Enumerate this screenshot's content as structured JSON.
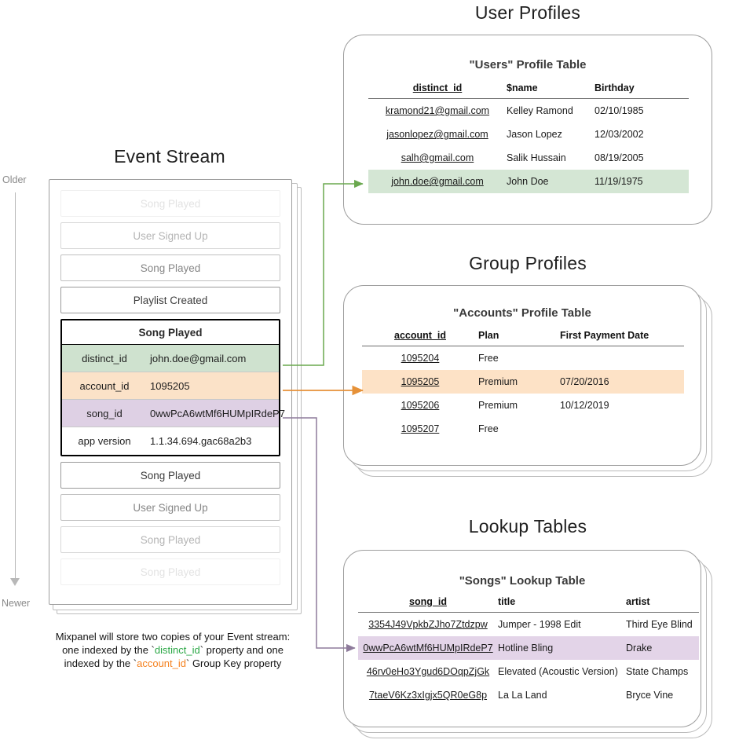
{
  "timeline": {
    "older": "Older",
    "newer": "Newer"
  },
  "event_stream": {
    "title": "Event Stream",
    "events_before": [
      {
        "label": "Song Played",
        "fade": 1
      },
      {
        "label": "User Signed Up",
        "fade": 2
      },
      {
        "label": "Song Played",
        "fade": 3
      },
      {
        "label": "Playlist Created",
        "fade": 4
      }
    ],
    "selected_event": {
      "title": "Song Played",
      "properties": [
        {
          "key": "distinct_id",
          "value": "john.doe@gmail.com",
          "highlight": "green"
        },
        {
          "key": "account_id",
          "value": "1095205",
          "highlight": "orange"
        },
        {
          "key": "song_id",
          "value": "0wwPcA6wtMf6HUMpIRdeP7",
          "highlight": "purple"
        },
        {
          "key": "app version",
          "value": "1.1.34.694.gac68a2b3",
          "highlight": "none"
        }
      ]
    },
    "events_after": [
      {
        "label": "Song Played",
        "fade": 4
      },
      {
        "label": "User Signed Up",
        "fade": 3
      },
      {
        "label": "Song Played",
        "fade": 2
      },
      {
        "label": "Song Played",
        "fade": 1
      }
    ],
    "caption": {
      "line1": "Mixpanel will store two copies of your Event stream:",
      "line2_a": "one indexed by the `",
      "line2_token": "distinct_id",
      "line2_b": "` property and one",
      "line3_a": "indexed by the `",
      "line3_token": "account_id",
      "line3_b": "` Group Key property"
    }
  },
  "user_profiles": {
    "heading": "User Profiles",
    "table_title": "\"Users\" Profile Table",
    "columns": [
      "distinct_id",
      "$name",
      "Birthday"
    ],
    "rows": [
      {
        "cells": [
          "kramond21@gmail.com",
          "Kelley Ramond",
          "02/10/1985"
        ],
        "highlight": "none"
      },
      {
        "cells": [
          "jasonlopez@gmail.com",
          "Jason Lopez",
          "12/03/2002"
        ],
        "highlight": "none"
      },
      {
        "cells": [
          "salh@gmail.com",
          "Salik Hussain",
          "08/19/2005"
        ],
        "highlight": "none"
      },
      {
        "cells": [
          "john.doe@gmail.com",
          "John Doe",
          "11/19/1975"
        ],
        "highlight": "green"
      }
    ]
  },
  "group_profiles": {
    "heading": "Group Profiles",
    "table_title": "\"Accounts\" Profile Table",
    "columns": [
      "account_id",
      "Plan",
      "First Payment Date"
    ],
    "rows": [
      {
        "cells": [
          "1095204",
          "Free",
          ""
        ],
        "highlight": "none"
      },
      {
        "cells": [
          "1095205",
          "Premium",
          "07/20/2016"
        ],
        "highlight": "orange"
      },
      {
        "cells": [
          "1095206",
          "Premium",
          "10/12/2019"
        ],
        "highlight": "none"
      },
      {
        "cells": [
          "1095207",
          "Free",
          ""
        ],
        "highlight": "none"
      }
    ]
  },
  "lookup_tables": {
    "heading": "Lookup Tables",
    "table_title": "\"Songs\" Lookup Table",
    "columns": [
      "song_id",
      "title",
      "artist"
    ],
    "rows": [
      {
        "cells": [
          "3354J49VpkbZJho7Ztdzpw",
          "Jumper - 1998 Edit",
          "Third Eye Blind"
        ],
        "highlight": "none"
      },
      {
        "cells": [
          "0wwPcA6wtMf6HUMpIRdeP7",
          "Hotline Bling",
          "Drake"
        ],
        "highlight": "purple"
      },
      {
        "cells": [
          "46rv0eHo3Ygud6DOqpZjGk",
          "Elevated (Acoustic Version)",
          "State Champs"
        ],
        "highlight": "none"
      },
      {
        "cells": [
          "7taeV6Kz3xIgjx5QR0eG8p",
          "La La Land",
          "Bryce Vine"
        ],
        "highlight": "none"
      }
    ]
  },
  "colors": {
    "green": "#6aa84f",
    "orange": "#e69138",
    "purple": "#8e7b9b",
    "green_row": "#d4e6d4",
    "orange_row": "#fde2c6",
    "purple_row": "#e3d4e8"
  }
}
